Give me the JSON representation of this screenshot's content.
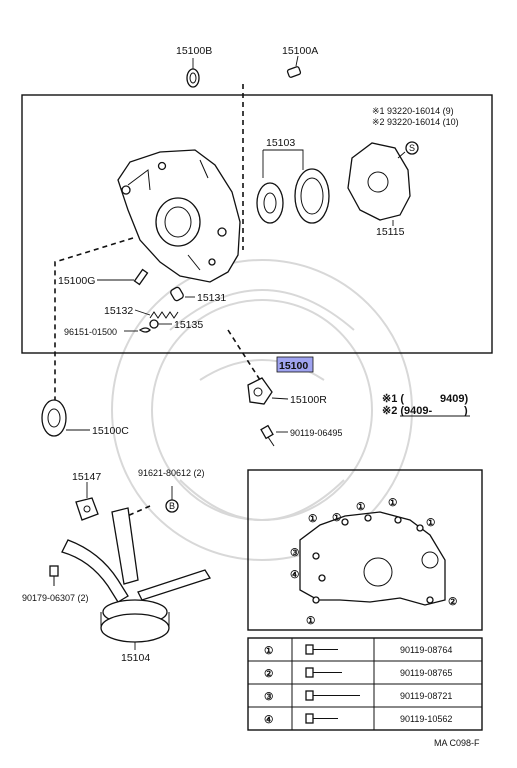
{
  "parts": {
    "p15100B": "15100B",
    "p15100A": "15100A",
    "p15103": "15103",
    "p15115": "15115",
    "p15100G": "15100G",
    "p15131": "15131",
    "p15132": "15132",
    "p15135": "15135",
    "p96151": "96151-01500",
    "p15100": "15100",
    "p15100R": "15100R",
    "p90119_06495": "90119-06495",
    "p15100C": "15100C",
    "p15147": "15147",
    "p91621": "91621-80612 (2)",
    "p90179": "90179-06307 (2)",
    "p15104": "15104"
  },
  "notes": {
    "gasket_line1": "※1 93220-16014 (9)",
    "gasket_line2": "※2 93220-16014 (10)",
    "range1_mark": "※1 (",
    "range1_end": "9409)",
    "range2_mark": "※2 (9409-",
    "range2_end": ")"
  },
  "markers": {
    "s_marker": "S",
    "b_marker": "B"
  },
  "inset_callouts": [
    "①",
    "①",
    "①",
    "①",
    "①",
    "③",
    "④",
    "①",
    "②"
  ],
  "bolt_table": {
    "rows": [
      {
        "num": "①",
        "part": "90119-08764"
      },
      {
        "num": "②",
        "part": "90119-08765"
      },
      {
        "num": "③",
        "part": "90119-08721"
      },
      {
        "num": "④",
        "part": "90119-10562"
      }
    ]
  },
  "footer_code": "MA C098-F",
  "colors": {
    "highlight": "#9fa3f0",
    "ink": "#111111"
  }
}
